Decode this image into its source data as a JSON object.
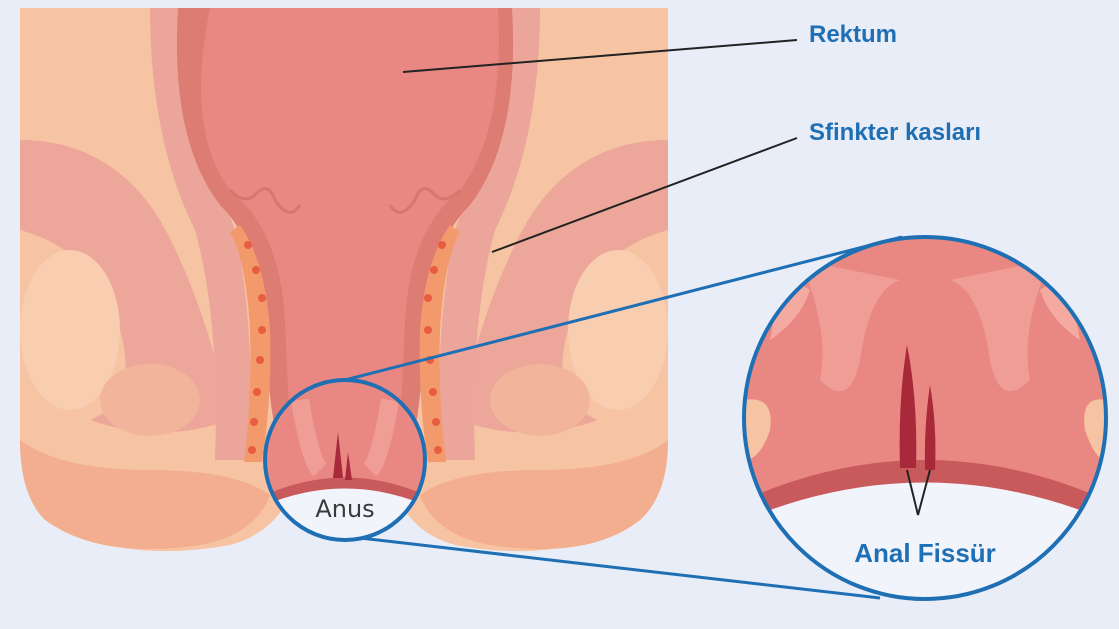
{
  "labels": {
    "rectum": "Rektum",
    "sphincter": "Sfinkter kasları",
    "anus": "Anus",
    "fissure": "Anal Fissür"
  },
  "colors": {
    "background": "#e9edf7",
    "skin": "#f6c3a3",
    "skin_dark": "#f2ae8e",
    "muscle": "#eda69a",
    "rectum_wall": "#dd7c73",
    "rectum_inner": "#e98882",
    "fissure": "#a8293a",
    "callout": "#1f6fb5",
    "label": "#1f6fb5"
  }
}
